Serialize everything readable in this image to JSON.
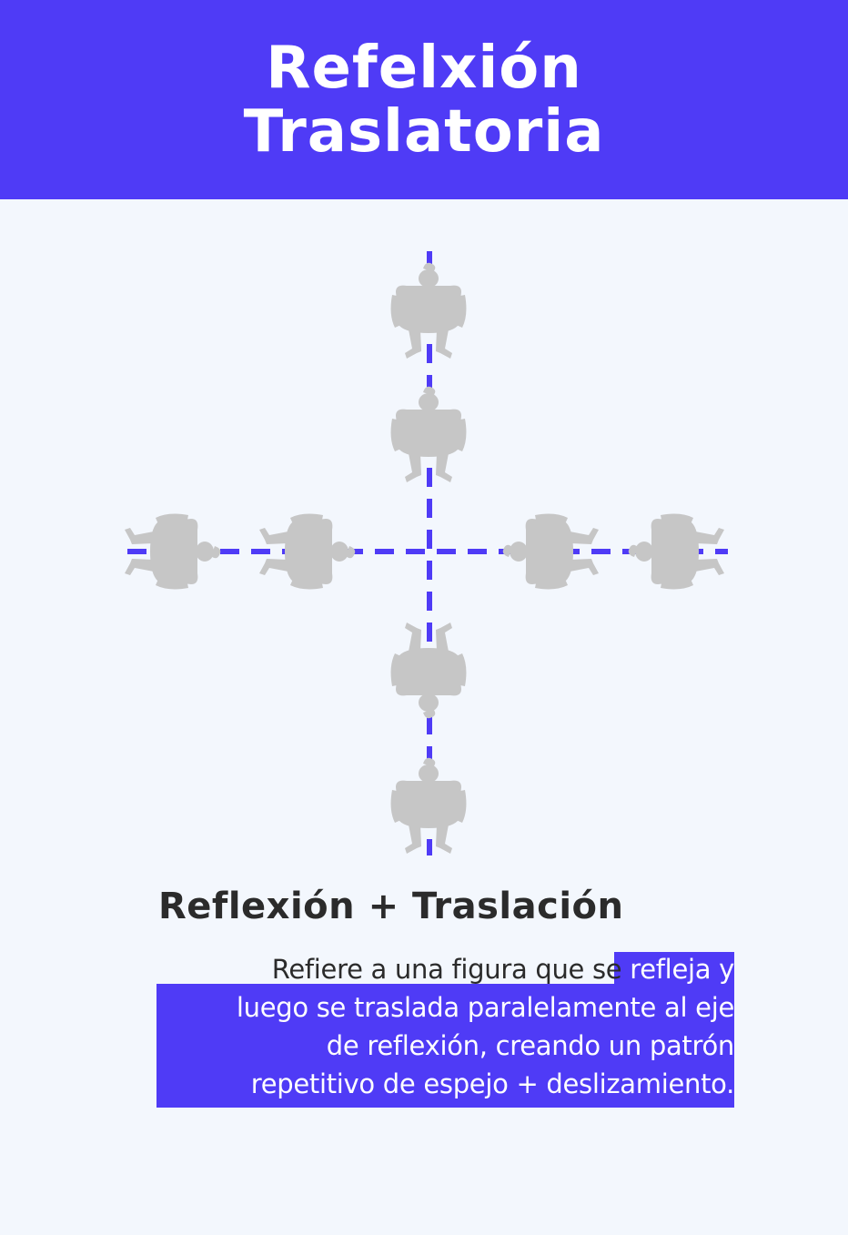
{
  "header": {
    "title_line1": "Refelxión",
    "title_line2": "Traslatoria",
    "background": "#4f3bf6"
  },
  "diagram": {
    "axis_color": "#4f3bf6",
    "figure_color": "#c6c6c6",
    "figure_icon": "person-top-view-silhouette-icon"
  },
  "subtitle": "Reflexión + Traslación",
  "description": {
    "part1": "Refiere a una figura que  se ",
    "part2": "refleja y",
    "line2": "luego se traslada paralelamente al eje",
    "line3": "de reflexión, creando un patrón",
    "line4": "repetitivo de espejo + deslizamiento."
  }
}
